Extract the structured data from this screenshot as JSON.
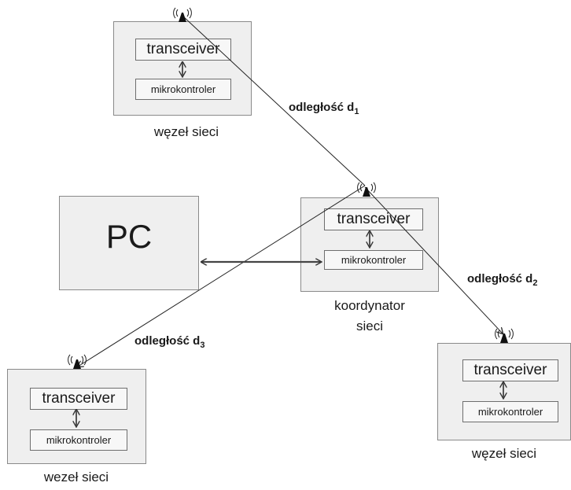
{
  "nodes": {
    "top_left": {
      "transceiver": "transceiver",
      "mcu": "mikrokontroler",
      "caption": "węzeł sieci"
    },
    "coordinator": {
      "transceiver": "transceiver",
      "mcu": "mikrokontroler",
      "caption_line1": "koordynator",
      "caption_line2": "sieci"
    },
    "bottom_right": {
      "transceiver": "transceiver",
      "mcu": "mikrokontroler",
      "caption": "węzeł sieci"
    },
    "bottom_left": {
      "transceiver": "transceiver",
      "mcu": "mikrokontroler",
      "caption": "wezeł sieci"
    }
  },
  "pc": {
    "label": "PC"
  },
  "distances": {
    "d1": {
      "text": "odległość d",
      "sub": "1"
    },
    "d2": {
      "text": "odległość d",
      "sub": "2"
    },
    "d3": {
      "text": "odległość d",
      "sub": "3"
    }
  }
}
